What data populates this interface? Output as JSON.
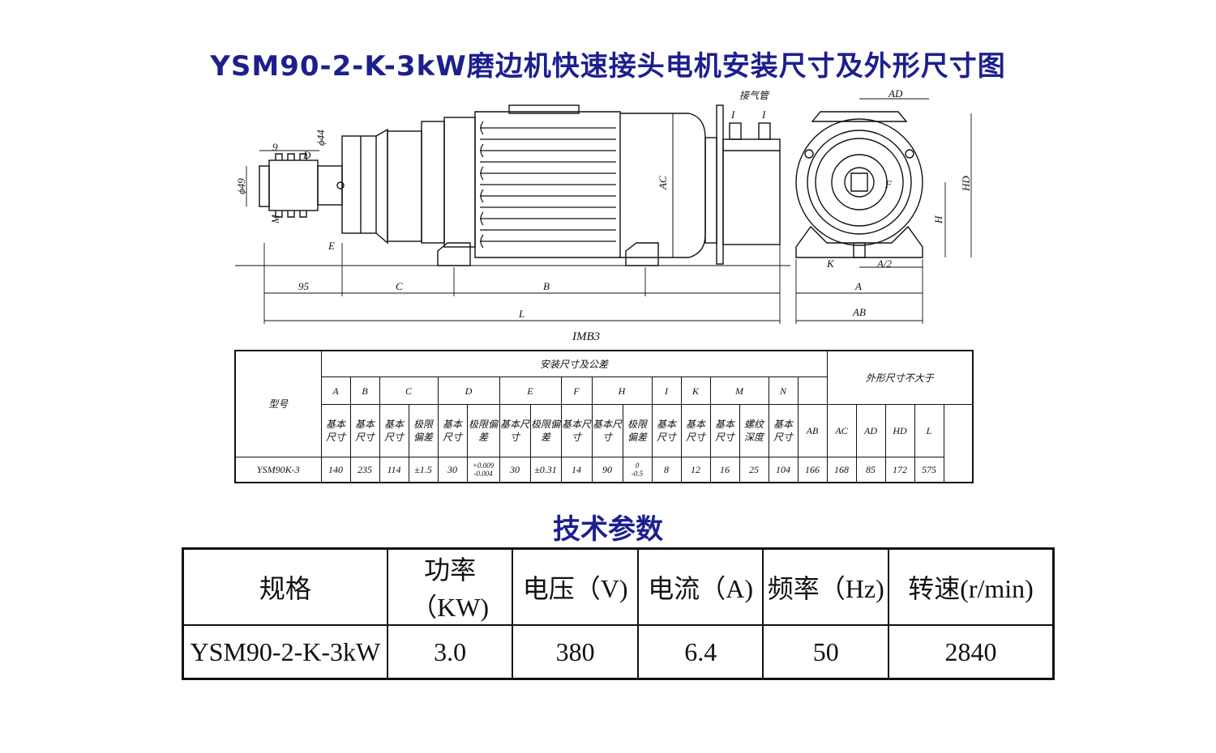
{
  "title": "YSM90-2-K-3kW磨边机快速接头电机安装尺寸及外形尺寸图",
  "drawing": {
    "labels": {
      "dim_9": "9",
      "dim_D": "D",
      "dim_phi44": "ϕ44",
      "dim_phi49": "ϕ49",
      "dim_M": "M",
      "dim_E": "E",
      "dim_AC": "AC",
      "dim_I": "I",
      "air_pipe": "接气管",
      "dim_95": "95",
      "dim_C": "C",
      "dim_B": "B",
      "dim_L": "L",
      "dim_AD": "AD",
      "dim_HD": "HD",
      "dim_H": "H",
      "dim_F": "F",
      "dim_K": "K",
      "dim_A2": "A/2",
      "dim_A": "A",
      "dim_AB": "AB"
    },
    "mount_type": "IMB3"
  },
  "dim_table": {
    "model_header": "型号",
    "group_install": "安装尺寸及公差",
    "group_outline": "外形尺寸不大于",
    "install_cols": [
      "A",
      "B",
      "C",
      "D",
      "E",
      "F",
      "H",
      "I",
      "K",
      "M",
      "N"
    ],
    "outline_cols": [
      "AB",
      "AC",
      "AD",
      "HD",
      "L"
    ],
    "sub": {
      "basic": "基本尺寸",
      "tol": "极限偏差",
      "thread": "螺纹深度"
    },
    "row": {
      "model": "YSM90K-3",
      "A": "140",
      "B": "235",
      "C": "114",
      "C_tol": "±1.5",
      "D": "30",
      "D_tol_hi": "+0.009",
      "D_tol_lo": "-0.004",
      "E": "30",
      "E_tol": "±0.31",
      "F": "14",
      "H": "90",
      "H_tol_hi": "0",
      "H_tol_lo": "-0.5",
      "I": "8",
      "K": "12",
      "M": "16",
      "M_thread": "25",
      "N": "104",
      "AB": "166",
      "AC": "168",
      "AD": "85",
      "HD": "172",
      "L": "575"
    }
  },
  "tech": {
    "title": "技术参数",
    "headers": [
      "规格",
      "功率（KW)",
      "电压（V)",
      "电流（A)",
      "频率（Hz)",
      "转速(r/min)"
    ],
    "values": [
      "YSM90-2-K-3kW",
      "3.0",
      "380",
      "6.4",
      "50",
      "2840"
    ]
  }
}
